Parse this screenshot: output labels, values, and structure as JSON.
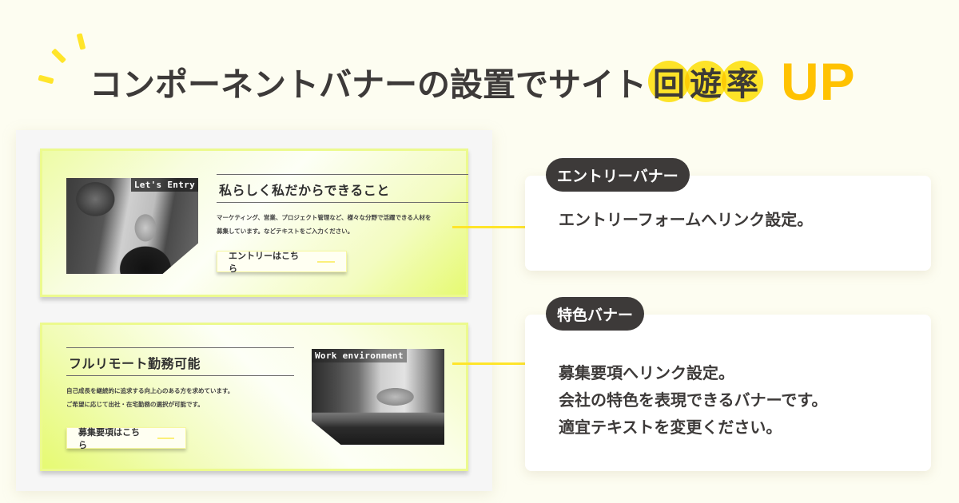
{
  "headline": {
    "main_text": "コンポーネントバナーの設置でサイト",
    "highlight_chars": [
      "回",
      "遊",
      "率"
    ],
    "suffix": "UP",
    "colors": {
      "text": "#3d3a39",
      "highlight": "#ffe52a",
      "suffix": "#ffc200"
    }
  },
  "preview": {
    "entry_banner": {
      "photo_tag": "Let's Entry",
      "title": "私らしく私だからできること",
      "description_lines": [
        "マーケティング、営業、プロジェクト管理など、様々な分野で活躍できる人材を",
        "募集しています。などテキストをご入力ください。"
      ],
      "cta_label": "エントリーはこちら"
    },
    "feature_banner": {
      "photo_tag": "Work environment",
      "title": "フルリモート勤務可能",
      "description_lines": [
        "自己成長を継続的に追求する向上心のある方を求めています。",
        "ご希望に応じて出社・在宅勤務の選択が可能です。"
      ],
      "cta_label": "募集要項はこちら"
    }
  },
  "info_cards": [
    {
      "label": "エントリーバナー",
      "lines": [
        "エントリーフォームへリンク設定。"
      ]
    },
    {
      "label": "特色バナー",
      "lines": [
        "募集要項へリンク設定。",
        "会社の特色を表現できるバナーです。",
        "適宜テキストを変更ください。"
      ]
    }
  ],
  "colors": {
    "background": "#fdfdf1",
    "accent_yellow": "#ffe52a",
    "banner_lime": "#e6fa72",
    "pill_dark": "#3d3a39"
  }
}
